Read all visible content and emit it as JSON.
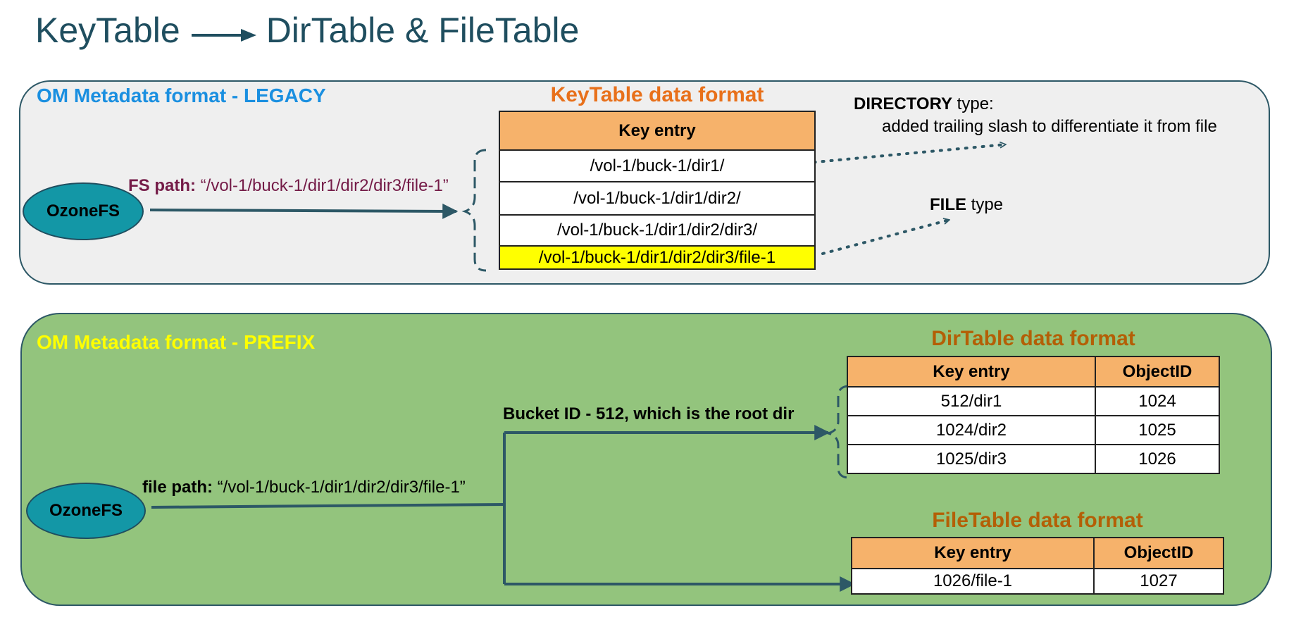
{
  "title": {
    "left": "KeyTable",
    "right": "DirTable & FileTable"
  },
  "legacy": {
    "section_title": "OM Metadata format - LEGACY",
    "ozonefs_label": "OzoneFS",
    "path_key": "FS path:",
    "path_value": "“/vol-1/buck-1/dir1/dir2/dir3/file-1”",
    "keytable_title": "KeyTable data format",
    "keytable_header": "Key entry",
    "keytable_rows": [
      "/vol-1/buck-1/dir1/",
      "/vol-1/buck-1/dir1/dir2/",
      "/vol-1/buck-1/dir1/dir2/dir3/",
      "/vol-1/buck-1/dir1/dir2/dir3/file-1"
    ],
    "directory_key": "DIRECTORY",
    "directory_suffix": " type:",
    "directory_desc": "added trailing slash to differentiate it from file",
    "file_key": "FILE",
    "file_suffix": " type"
  },
  "prefix": {
    "section_title": "OM Metadata format - PREFIX",
    "ozonefs_label": "OzoneFS",
    "path_key": "file path:",
    "path_value": " “/vol-1/buck-1/dir1/dir2/dir3/file-1”",
    "bucket_label": "Bucket ID - 512, which is the root dir",
    "dirtable": {
      "title": "DirTable data format",
      "headers": [
        "Key entry",
        "ObjectID"
      ],
      "rows": [
        [
          "512/dir1",
          "1024"
        ],
        [
          "1024/dir2",
          "1025"
        ],
        [
          "1025/dir3",
          "1026"
        ]
      ]
    },
    "filetable": {
      "title": "FileTable data format",
      "headers": [
        "Key entry",
        "ObjectID"
      ],
      "rows": [
        [
          "1026/file-1",
          "1027"
        ]
      ]
    }
  },
  "colors": {
    "dark_teal": "#1f4e5f",
    "legacy_title": "#1a8fe0",
    "prefix_title": "#ffff00",
    "keytable_title": "#e8701a",
    "prefix_table_title": "#b45f06",
    "fs_path": "#741b47",
    "highlight": "#ffff00",
    "header_bg": "#f6b26b",
    "oval": "#1397a6"
  }
}
